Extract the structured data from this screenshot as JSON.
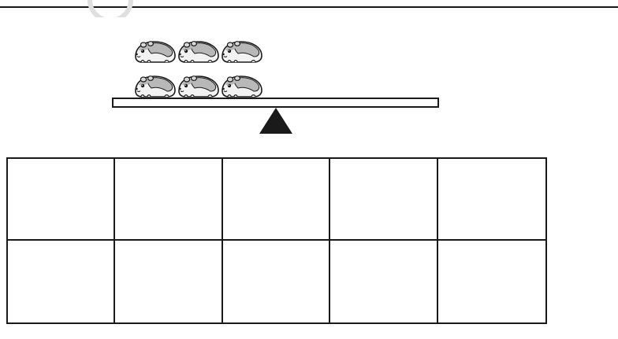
{
  "colors": {
    "line": "#1a1a1a",
    "hamster_fur": "#b8b8b8",
    "hamster_light": "#f2f2f2",
    "fulcrum": "#1a1a1a",
    "logo_ring": "#e0e0e0"
  },
  "balance": {
    "hamster_count": 6,
    "hamster_icon": "hamster-icon",
    "fulcrum_icon": "triangle-fulcrum-icon"
  },
  "answer_grid": {
    "rows": 2,
    "columns": 5,
    "cells": [
      [
        "",
        "",
        "",
        "",
        ""
      ],
      [
        "",
        "",
        "",
        "",
        ""
      ]
    ]
  }
}
